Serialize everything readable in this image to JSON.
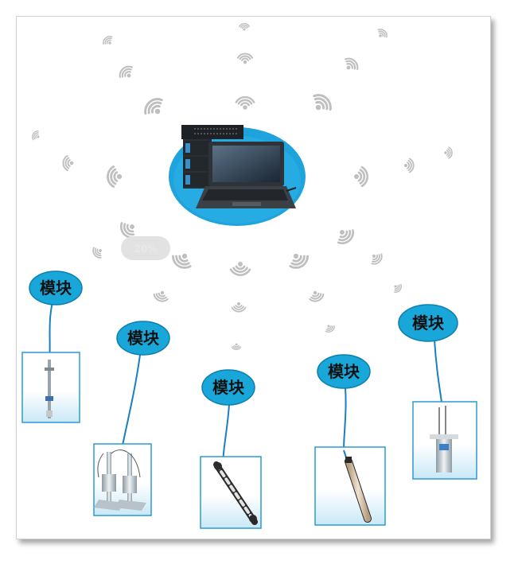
{
  "colors": {
    "bubble_fill": "#19a6d8",
    "bubble_stroke": "#0d7fb0",
    "connector": "#1a7fc0",
    "wifi_gray": "#b4b4b4",
    "panel_stroke": "#2c9ad4",
    "panel_gradient_bottom": "#c9e8f7",
    "hub_disc": "#1fa3dc"
  },
  "hub": {
    "icons": [
      "server-icon",
      "laptop-icon"
    ]
  },
  "status_badge": {
    "label": "20%"
  },
  "modules": [
    {
      "label": "模块",
      "device_icon": "sensor-rod-icon"
    },
    {
      "label": "模块",
      "device_icon": "dual-tripod-sensor-icon"
    },
    {
      "label": "模块",
      "device_icon": "probe-chain-icon"
    },
    {
      "label": "模块",
      "device_icon": "pencil-probe-icon"
    },
    {
      "label": "模块",
      "device_icon": "tee-mount-sensor-icon"
    }
  ]
}
